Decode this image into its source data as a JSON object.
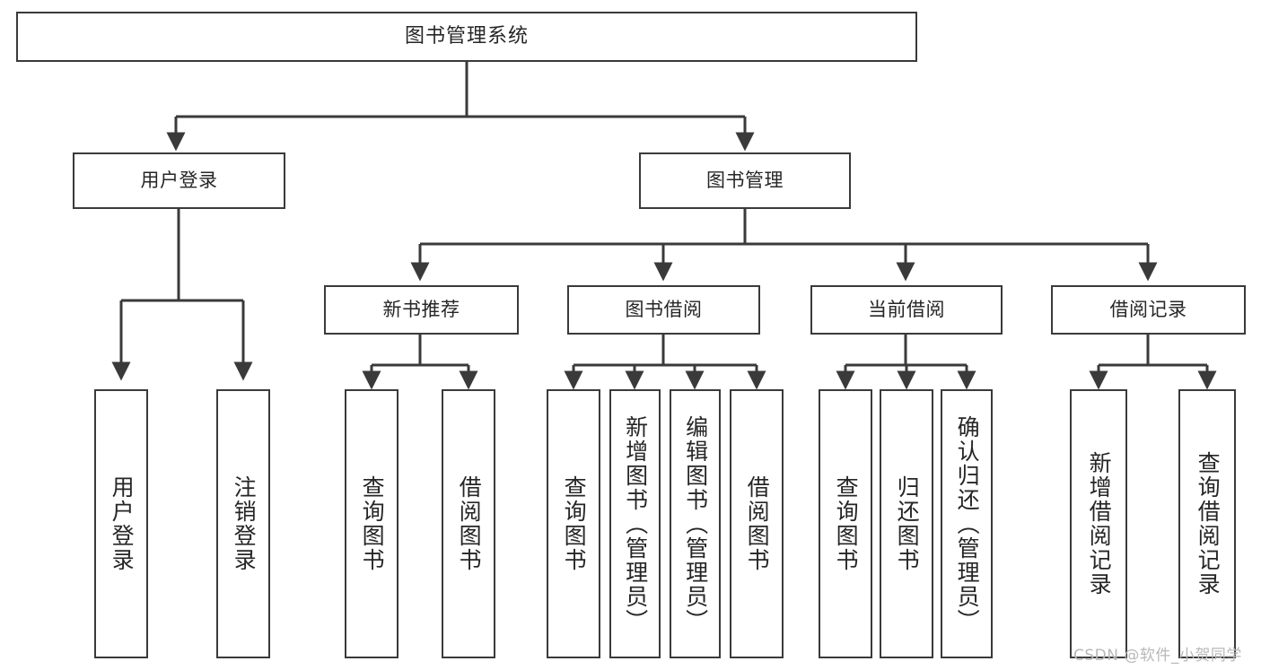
{
  "diagram": {
    "title": "图书管理系统",
    "type": "functional-structure-tree",
    "root": {
      "label": "图书管理系统"
    },
    "level2": [
      {
        "label": "用户登录"
      },
      {
        "label": "图书管理"
      }
    ],
    "level3": [
      {
        "label": "新书推荐"
      },
      {
        "label": "图书借阅"
      },
      {
        "label": "当前借阅"
      },
      {
        "label": "借阅记录"
      }
    ],
    "leaves": {
      "user_login": [
        {
          "label": "用户登录"
        },
        {
          "label": "注销登录"
        }
      ],
      "new_book": [
        {
          "label": "查询图书"
        },
        {
          "label": "借阅图书"
        }
      ],
      "book_borrow": [
        {
          "label": "查询图书"
        },
        {
          "label": "新增图书（管理员）"
        },
        {
          "label": "编辑图书（管理员）"
        },
        {
          "label": "借阅图书"
        }
      ],
      "current_borrow": [
        {
          "label": "查询图书"
        },
        {
          "label": "归还图书"
        },
        {
          "label": "确认归还（管理员）"
        }
      ],
      "borrow_record": [
        {
          "label": "新增借阅记录"
        },
        {
          "label": "查询借阅记录"
        }
      ]
    }
  },
  "watermark": {
    "text": "CSDN @软件_小贺同学"
  },
  "colors": {
    "border": "#3a3a3a",
    "text": "#262626",
    "background": "#ffffff",
    "watermark": "#b8b8b8"
  }
}
